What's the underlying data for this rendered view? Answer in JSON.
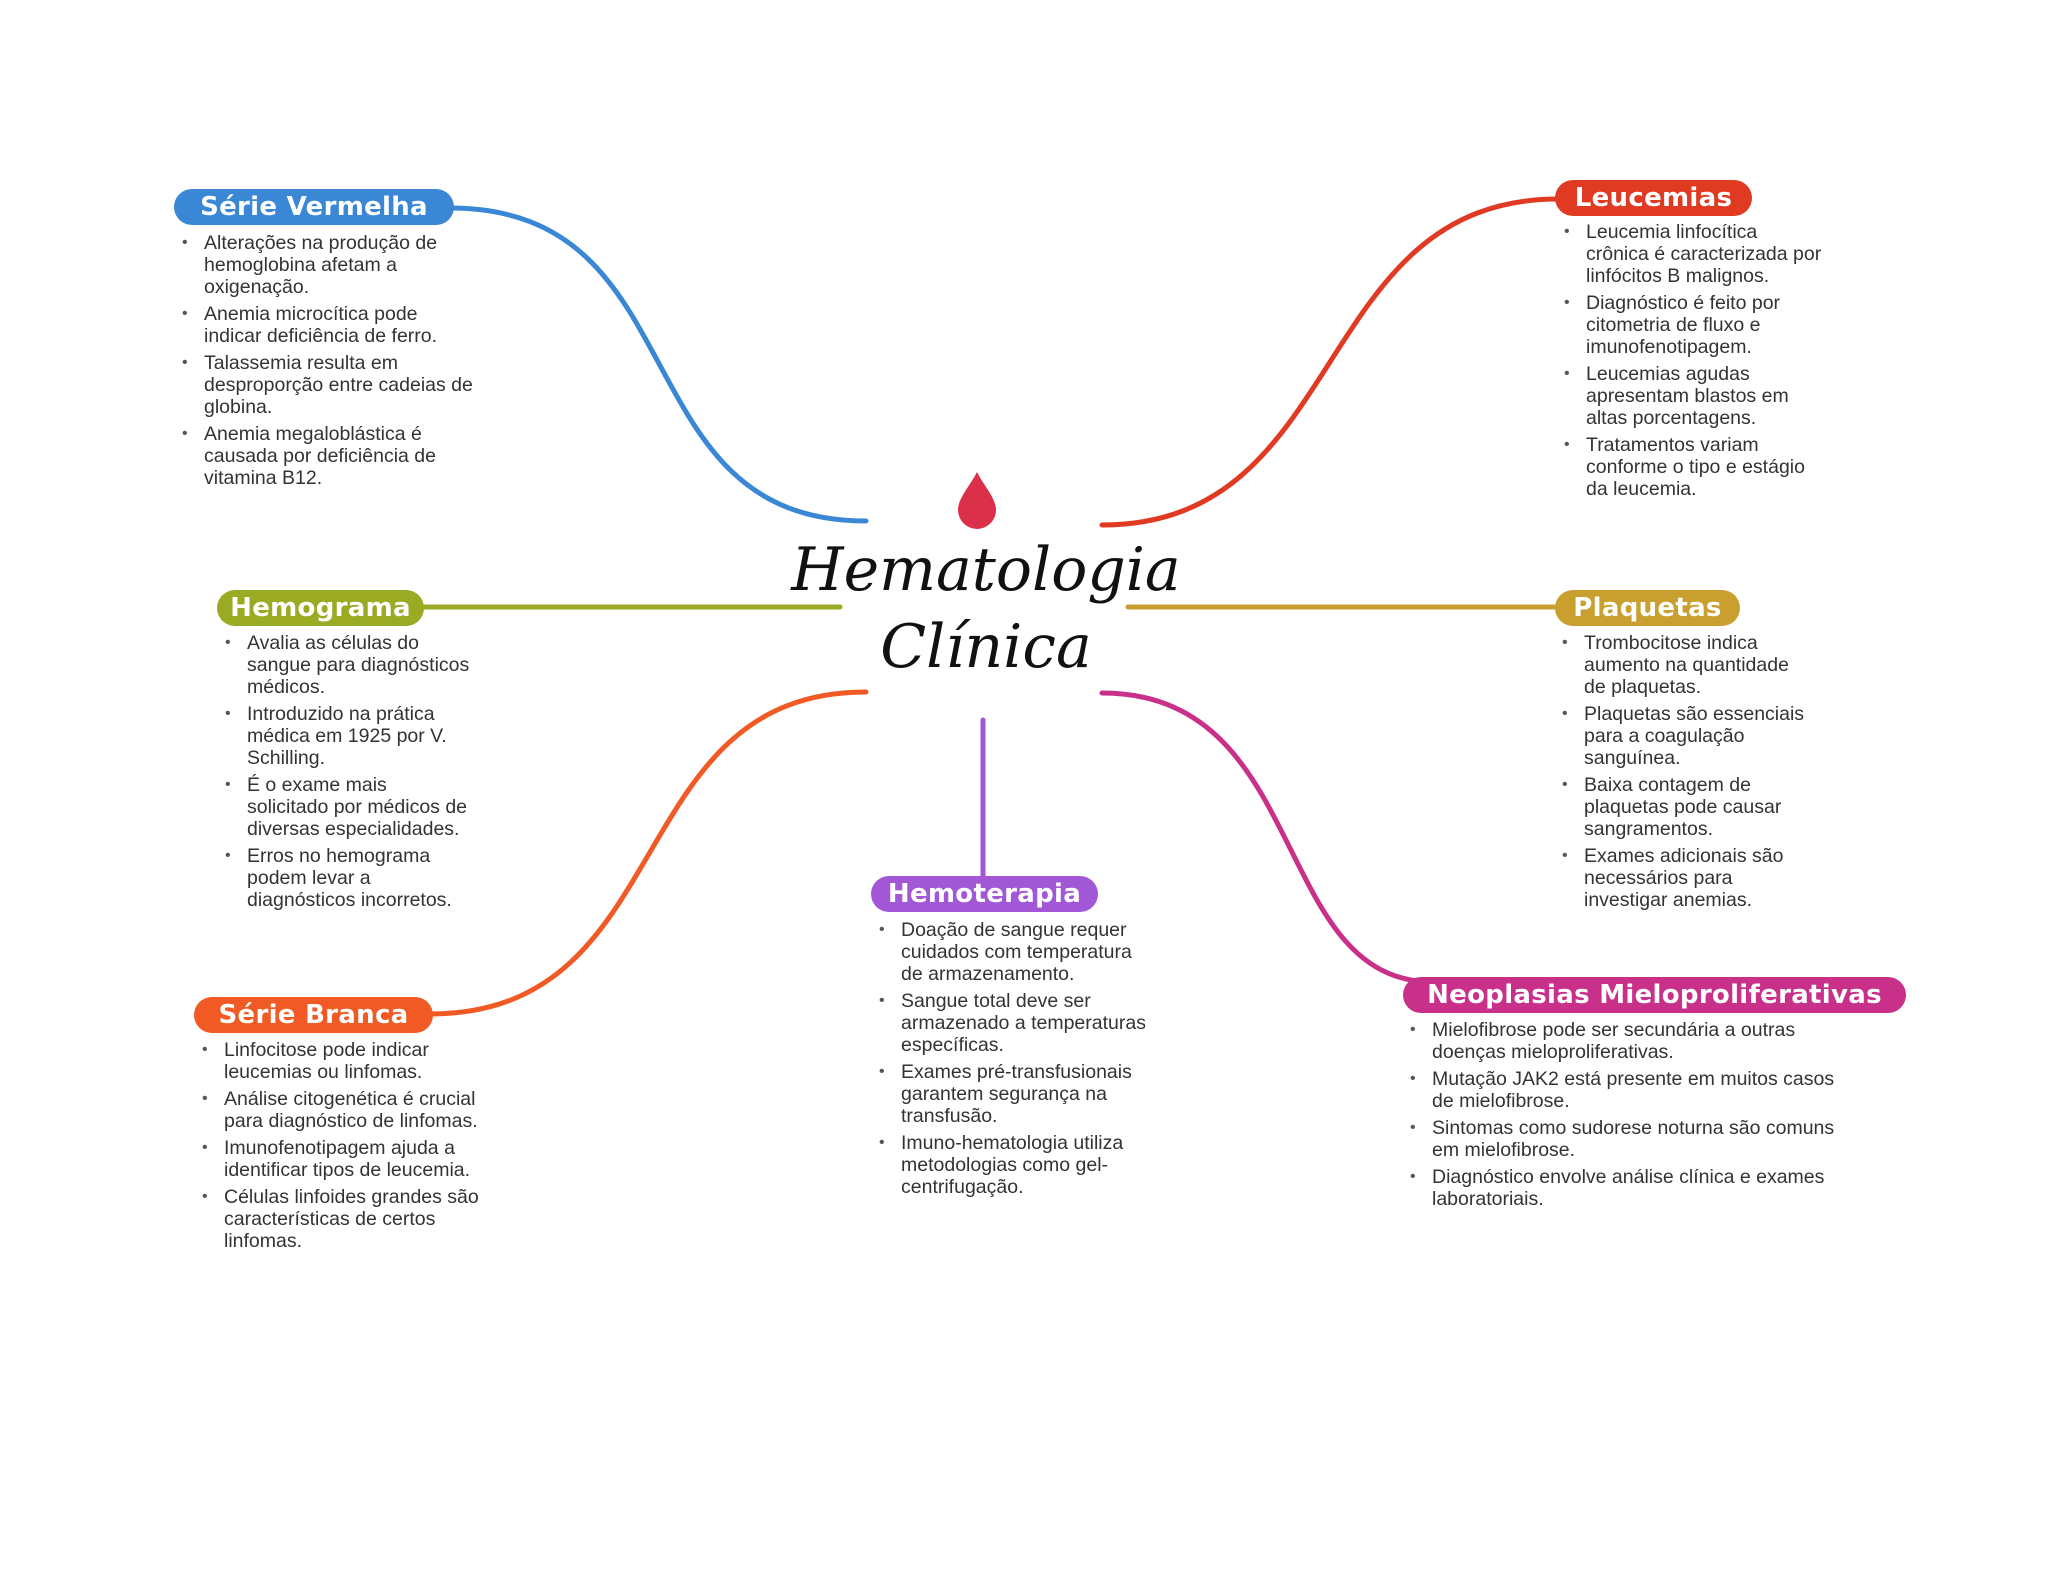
{
  "title": {
    "line1": "Hematologia",
    "line2": "Clínica"
  },
  "branches": {
    "serie_vermelha": {
      "label": "Série Vermelha",
      "color": "#3a87d6",
      "items": [
        "Alterações na produção de hemoglobina afetam a oxigenação.",
        "Anemia microcítica pode indicar deficiência de ferro.",
        "Talassemia resulta em desproporção entre cadeias de globina.",
        "Anemia megaloblástica é causada por deficiência de vitamina B12."
      ]
    },
    "leucemias": {
      "label": "Leucemias",
      "color": "#e03a22",
      "items": [
        "Leucemia linfocítica crônica é caracterizada por linfócitos B malignos.",
        "Diagnóstico é feito por citometria de fluxo e imunofenotipagem.",
        "Leucemias agudas apresentam blastos em altas porcentagens.",
        "Tratamentos variam conforme o tipo e estágio da leucemia."
      ]
    },
    "hemograma": {
      "label": "Hemograma",
      "color": "#9aab23",
      "items": [
        "Avalia as células do sangue para diagnósticos médicos.",
        "Introduzido na prática médica em 1925 por V. Schilling.",
        "É o exame mais solicitado por médicos de diversas especialidades.",
        "Erros no hemograma podem levar a diagnósticos incorretos."
      ]
    },
    "plaquetas": {
      "label": "Plaquetas",
      "color": "#c9a030",
      "items": [
        "Trombocitose indica aumento na quantidade de plaquetas.",
        "Plaquetas são essenciais para a coagulação sanguínea.",
        "Baixa contagem de plaquetas pode causar sangramentos.",
        "Exames adicionais são necessários para investigar anemias."
      ]
    },
    "serie_branca": {
      "label": "Série Branca",
      "color": "#f15a24",
      "items": [
        "Linfocitose pode indicar leucemias ou linfomas.",
        "Análise citogenética é crucial para diagnóstico de linfomas.",
        "Imunofenotipagem ajuda a identificar tipos de leucemia.",
        "Células linfoides grandes são características de certos linfomas."
      ]
    },
    "hemoterapia": {
      "label": "Hemoterapia",
      "color": "#a257d6",
      "items": [
        "Doação de sangue requer cuidados com temperatura de armazenamento.",
        "Sangue total deve ser armazenado a temperaturas específicas.",
        "Exames pré-transfusionais garantem segurança na transfusão.",
        "Imuno-hematologia utiliza metodologias como gel-centrifugação."
      ]
    },
    "neoplasias": {
      "label": "Neoplasias Mieloproliferativas",
      "color": "#c8308a",
      "items": [
        "Mielofibrose pode ser secundária a outras doenças mieloproliferativas.",
        "Mutação JAK2 está presente em muitos casos de mielofibrose.",
        "Sintomas como sudorese noturna são comuns em mielofibrose.",
        "Diagnóstico envolve análise clínica e exames laboratoriais."
      ]
    }
  },
  "icons": {
    "center": "blood-drop-icon",
    "drop_color": "#dc2f4a"
  }
}
